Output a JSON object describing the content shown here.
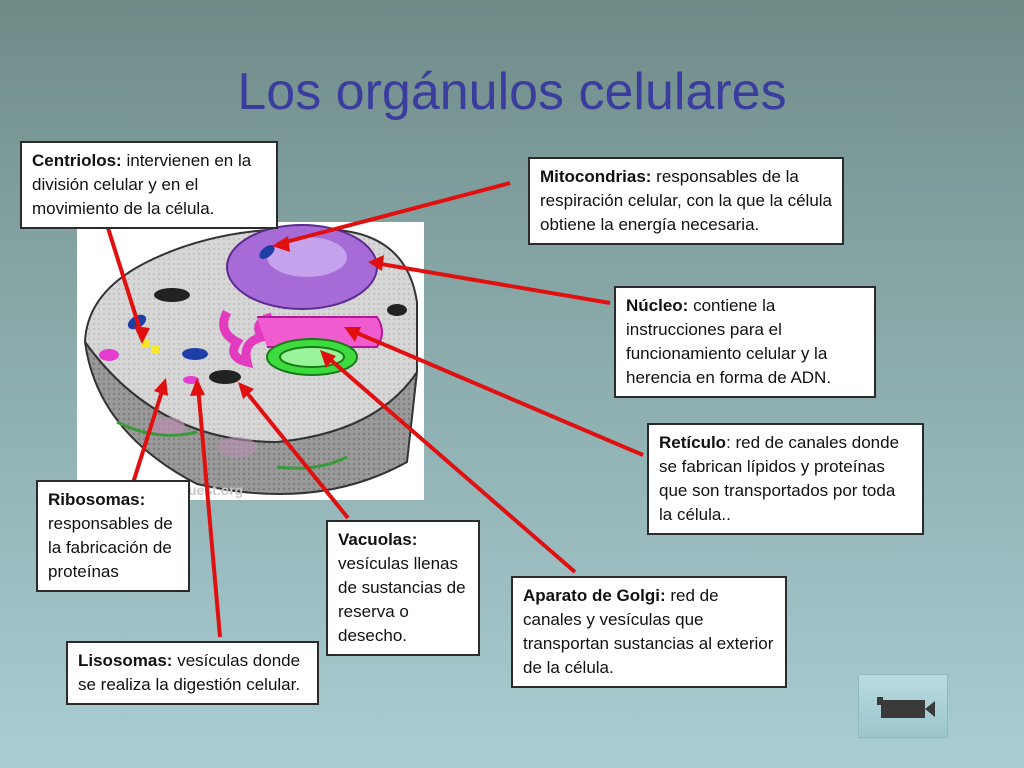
{
  "slide": {
    "title": "Los orgánulos celulares",
    "watermark": "uest.org"
  },
  "labels": {
    "centriolos": {
      "term": "Centriolos:",
      "desc": " intervienen en la división celular y en el movimiento de la célula."
    },
    "mitocondrias": {
      "term": "Mitocondrias:",
      "desc": " responsables de la respiración celular, con la que la célula obtiene la energía necesaria."
    },
    "nucleo": {
      "term": "Núcleo:",
      "desc": " contiene la instrucciones para el funcionamiento celular y la herencia en forma de ADN."
    },
    "reticulo": {
      "term": "Retículo",
      "desc": ": red de canales donde se fabrican lípidos y proteínas  que son transportados por toda la célula.."
    },
    "ribosomas": {
      "term": "Ribosomas:",
      "desc": " responsables de la fabricación de proteínas"
    },
    "vacuolas": {
      "term": "Vacuolas:",
      "desc": " vesículas llenas de sustancias de reserva o desecho."
    },
    "golgi": {
      "term": "Aparato de Golgi:",
      "desc": " red de canales y vesículas que transportan sustancias al exterior de la célula."
    },
    "lisosomas": {
      "term": "Lisosomas:",
      "desc": " vesículas donde se realiza la digestión celular."
    }
  },
  "icons": {
    "movie_button": "movie-camera-icon"
  },
  "colors": {
    "title": "#3b3d9e",
    "arrow": "#e01010"
  }
}
